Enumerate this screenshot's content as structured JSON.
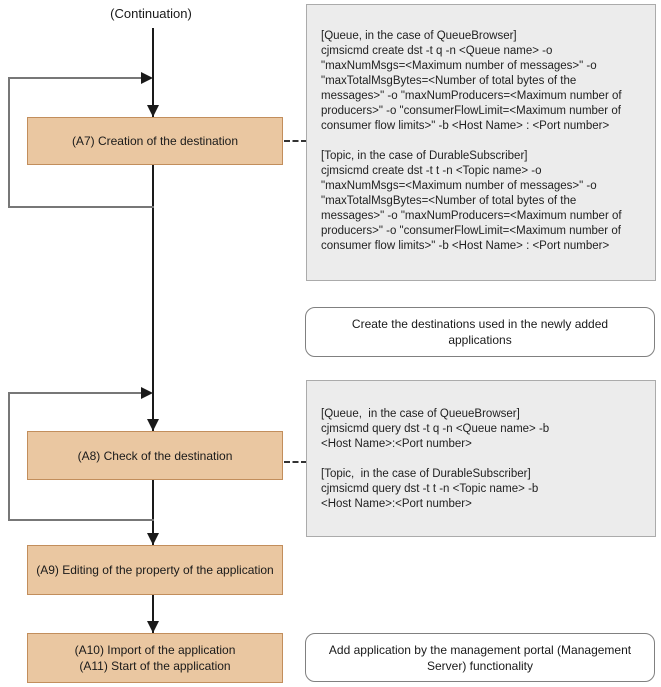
{
  "header": {
    "continuation_label": "(Continuation)"
  },
  "flow": {
    "a7": {
      "label": "(A7) Creation of the destination"
    },
    "a8": {
      "label": "(A8) Check of the destination"
    },
    "a9": {
      "label": "(A9) Editing of the property of the application"
    },
    "a10_a11": {
      "line1": "(A10) Import of the application",
      "line2": "(A11) Start of the application"
    }
  },
  "notes": {
    "create_commands": "[Queue, in the case of QueueBrowser]\ncjmsicmd create dst -t q -n <Queue name> -o\n\"maxNumMsgs=<Maximum number of messages>\" -o\n\"maxTotalMsgBytes=<Number of total bytes of the\nmessages>\" -o \"maxNumProducers=<Maximum number of\nproducers>\" -o \"consumerFlowLimit=<Maximum number of\nconsumer flow limits>\" -b <Host Name> : <Port number>\n\n[Topic, in the case of DurableSubscriber]\ncjmsicmd create dst -t t -n <Topic name> -o\n\"maxNumMsgs=<Maximum number of messages>\" -o\n\"maxTotalMsgBytes=<Number of total bytes of the\nmessages>\" -o \"maxNumProducers=<Maximum number of\nproducers>\" -o \"consumerFlowLimit=<Maximum number of\nconsumer flow limits>\" -b <Host Name> : <Port number>",
    "query_commands": "[Queue,  in the case of QueueBrowser]\ncjmsicmd query dst -t q -n <Queue name> -b\n<Host Name>:<Port number>\n\n[Topic,  in the case of DurableSubscriber]\ncjmsicmd query dst -t t -n <Topic name> -b\n<Host Name>:<Port number>"
  },
  "callouts": {
    "create_destinations": "Create the destinations used in the newly added applications",
    "add_application": "Add application by the management portal (Management Server) functionality"
  },
  "colors": {
    "process_box_fill": "#eac7a1",
    "process_box_border": "#c28e5c",
    "note_box_fill": "#ececec",
    "note_box_border": "#ababab",
    "loop_line": "#777777",
    "main_line": "#1a1a1a"
  }
}
